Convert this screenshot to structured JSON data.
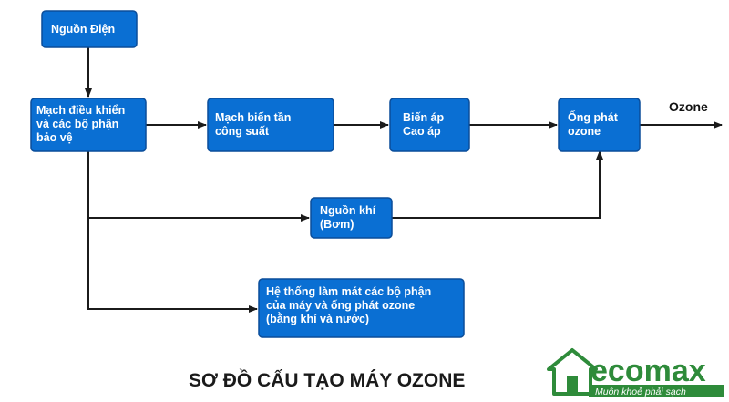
{
  "colors": {
    "box_fill": "#0a6fd3",
    "box_stroke": "#0a4d9a",
    "line": "#1b1b1b",
    "brand_green": "#2e8b3a"
  },
  "nodes": {
    "power": {
      "lines": [
        "Nguồn Điện"
      ]
    },
    "control": {
      "lines": [
        "Mạch điều khiển",
        "và các bộ phận",
        "bảo vệ"
      ]
    },
    "inverter": {
      "lines": [
        "Mạch biến tần",
        "công suất"
      ]
    },
    "transformer": {
      "lines": [
        "Biến áp",
        "Cao áp"
      ]
    },
    "generator": {
      "lines": [
        "Ống phát",
        "ozone"
      ]
    },
    "airsource": {
      "lines": [
        "Nguồn khí",
        "(Bơm)"
      ]
    },
    "cooling": {
      "lines": [
        "Hệ thống làm mát các bộ phận",
        "của máy và ống phát ozone",
        "(bằng khí và nước)"
      ]
    }
  },
  "output_label": "Ozone",
  "title": "SƠ ĐỒ CẤU TẠO MÁY OZONE",
  "logo": {
    "brand": "ecomax",
    "tagline": "Muôn khoẻ phải sạch",
    "icon": "house-icon"
  }
}
